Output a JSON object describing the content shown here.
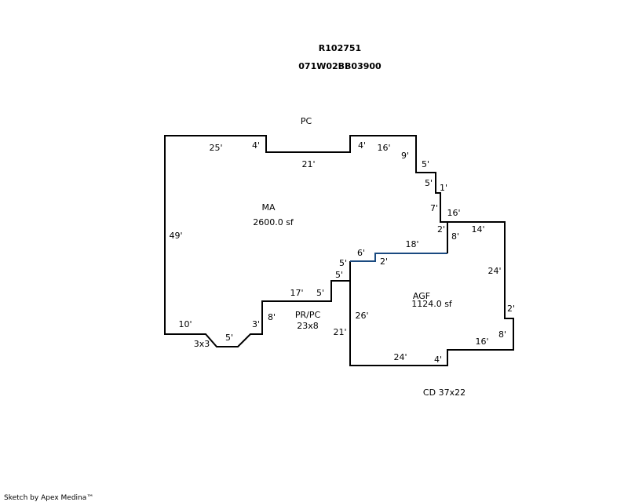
{
  "header": {
    "record_id": "R102751",
    "parcel_number": "071W02BB03900"
  },
  "areas": {
    "pc_label": "PC",
    "main_area": {
      "label": "MA",
      "size": "2600.0 sf"
    },
    "garage": {
      "label": "AGF",
      "size": "1124.0 sf"
    },
    "porch": {
      "label": "PR/PC",
      "size": "23x8"
    },
    "small_box": "3x3",
    "deck": "CD 37x22"
  },
  "dimensions": {
    "d_25": "25'",
    "d_4a": "4'",
    "d_21a": "21'",
    "d_4b": "4'",
    "d_16a": "16'",
    "d_9": "9'",
    "d_5a": "5'",
    "d_5b": "5'",
    "d_1": "1'",
    "d_7": "7'",
    "d_16b": "16'",
    "d_2a": "2'",
    "d_14": "14'",
    "d_8a": "8'",
    "d_18": "18'",
    "d_6": "6'",
    "d_2b": "2'",
    "d_5c": "5'",
    "d_5d": "5'",
    "d_24a": "24'",
    "d_2c": "2'",
    "d_49": "49'",
    "d_17": "17'",
    "d_5e": "5'",
    "d_26": "26'",
    "d_8b": "8'",
    "d_10": "10'",
    "d_3": "3'",
    "d_5f": "5'",
    "d_21b": "21'",
    "d_16c": "16'",
    "d_8c": "8'",
    "d_24b": "24'",
    "d_4c": "4'"
  },
  "footer": {
    "credit": "Sketch by Apex Medina™"
  }
}
